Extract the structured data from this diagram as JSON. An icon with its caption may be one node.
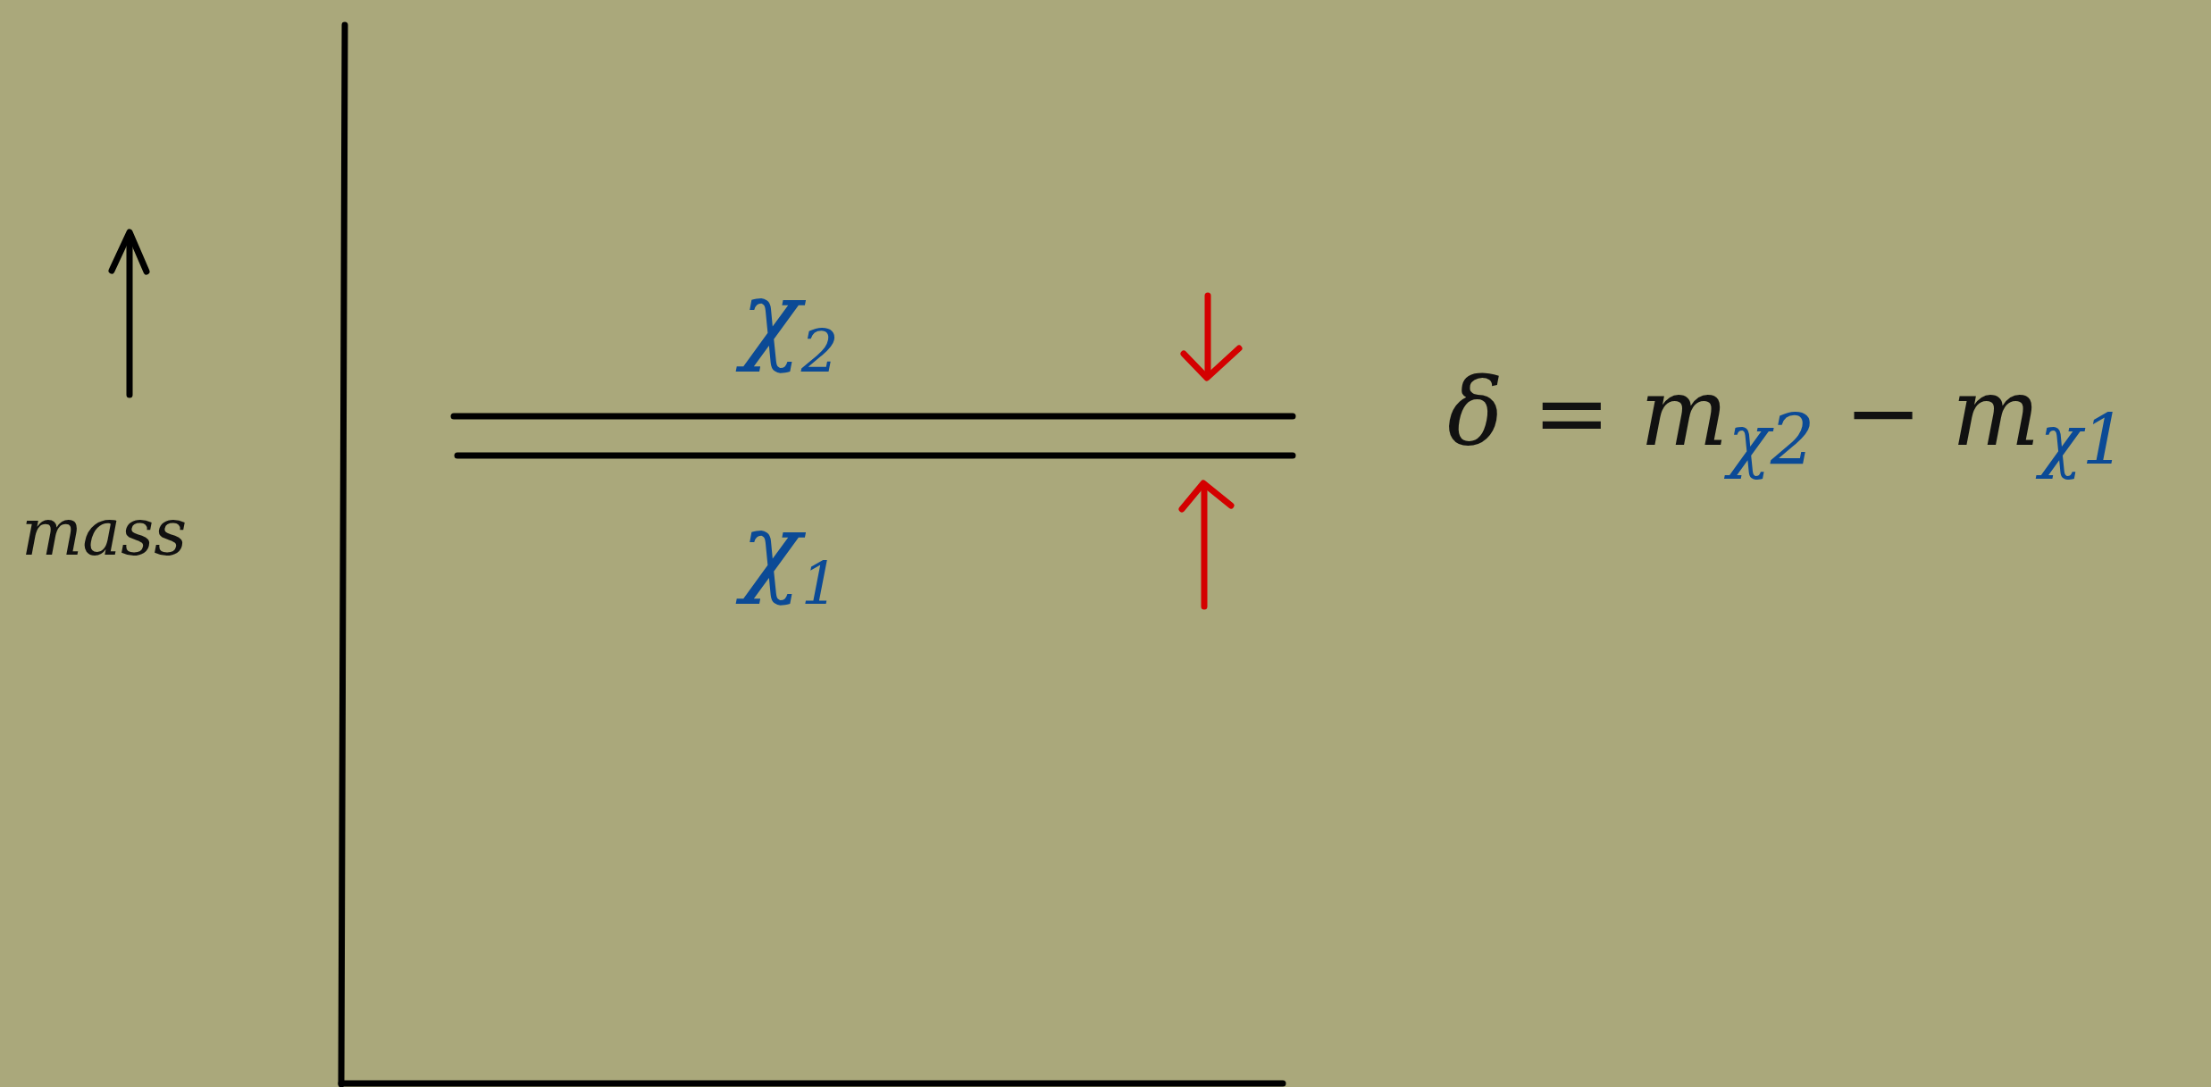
{
  "diagram": {
    "labels": [
      "mass",
      "χ$_{2}$",
      "χ$_{1}$",
      "δ = m$_{χ2}$ − m$_{χ1}$"
    ]
  }
}
